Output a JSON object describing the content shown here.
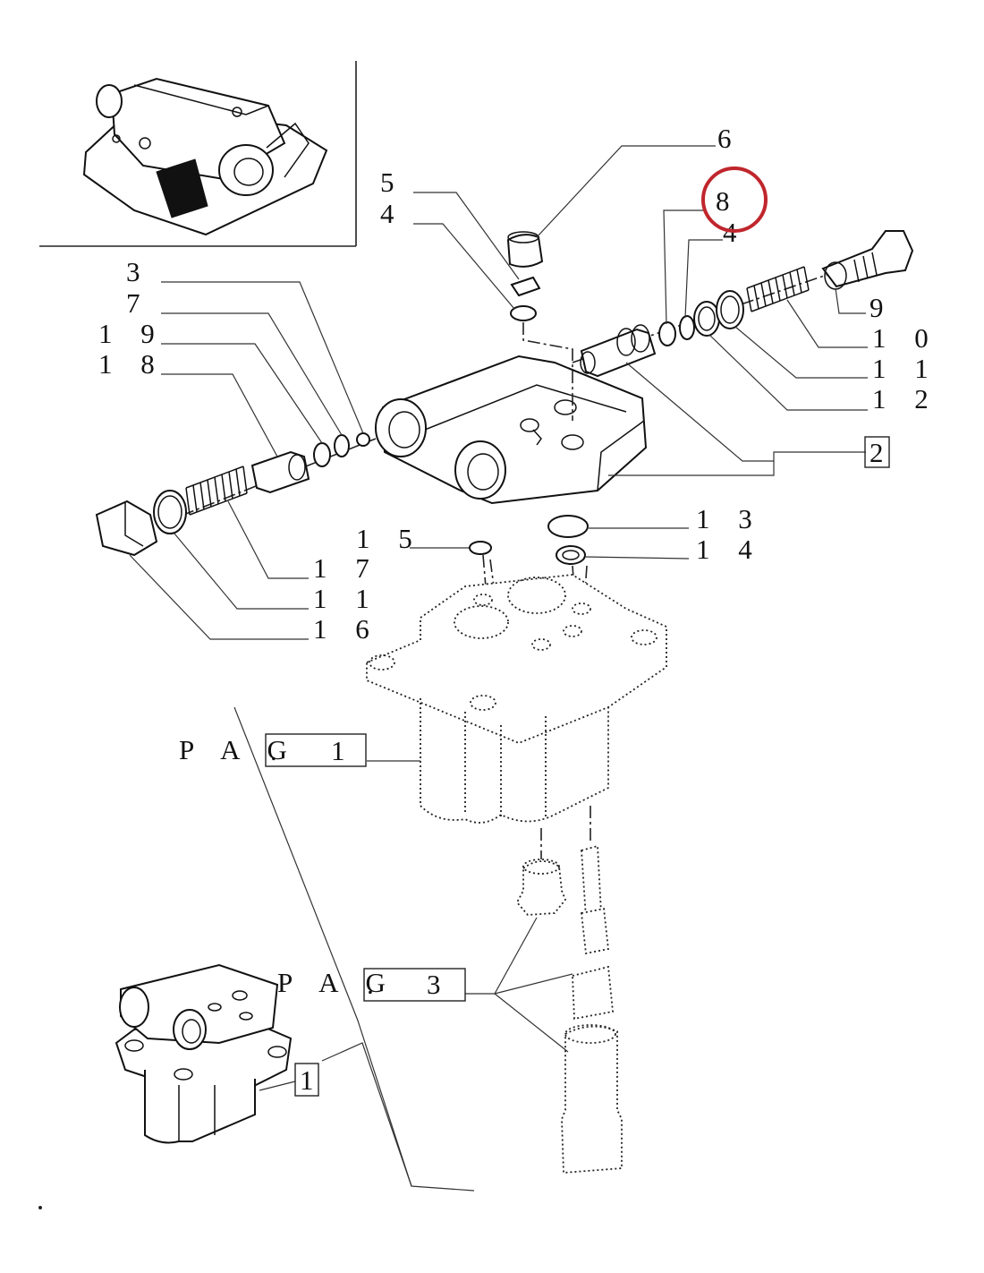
{
  "callouts": {
    "c6": "6",
    "c5": "5",
    "c4a": "4",
    "c8": "8",
    "c4b": "4",
    "c3": "3",
    "c7": "7",
    "c19": "1 9",
    "c18": "1 8",
    "c9": "9",
    "c10": "1 0",
    "c11a": "1 1",
    "c12": "1 2",
    "c2": "2",
    "c13": "1 3",
    "c14": "1 4",
    "c15": "1 5",
    "c17": "1 7",
    "c11b": "1 1",
    "c16": "1 6",
    "c1": "1"
  },
  "page_refs": {
    "ref1_prefix": "P A G",
    "ref1_dot": ".",
    "ref1_num": "1",
    "ref3_prefix": "P A G",
    "ref3_dot": ".",
    "ref3_num": "3"
  },
  "highlight": {
    "target": "8",
    "color": "#c0262d"
  },
  "icons": [
    "locator-thumbnail",
    "assembly-thumbnail"
  ]
}
